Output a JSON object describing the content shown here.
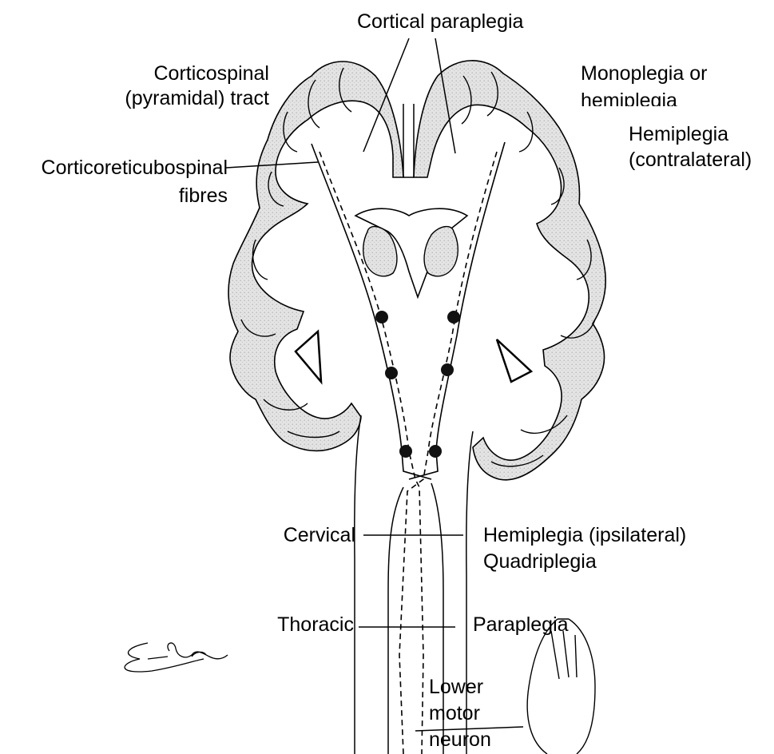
{
  "labels": {
    "cortical_paraplegia": "Cortical paraplegia",
    "corticospinal_1": "Corticospinal",
    "corticospinal_2": "(pyramidal) tract",
    "monoplegia_1": "Monoplegia or",
    "monoplegia_2": "hemiplegia",
    "hemiplegia_c_1": "Hemiplegia",
    "hemiplegia_c_2": "(contralateral)",
    "corticoreticulo_1": "Corticoreticubospinal",
    "corticoreticulo_2": "fibres",
    "cervical": "Cervical",
    "hemiplegia_ipsi": "Hemiplegia (ipsilateral)",
    "quadriplegia": "Quadriplegia",
    "thoracic": "Thoracic",
    "paraplegia": "Paraplegia",
    "lmn_1": "Lower",
    "lmn_2": "motor",
    "lmn_3": "neuron"
  },
  "signature_text": "Elee",
  "colors": {
    "ink": "#000000",
    "stipple": "#dcdcdc",
    "background": "#ffffff"
  }
}
